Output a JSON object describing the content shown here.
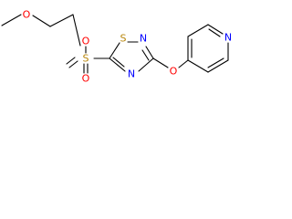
{
  "molecule": {
    "atoms": {
      "o_ether": {
        "label": "O",
        "color": "#ff0000"
      },
      "s_sulfonyl": {
        "label": "S",
        "color": "#b8860b"
      },
      "o_sulfonyl_top": {
        "label": "O",
        "color": "#ff0000"
      },
      "o_sulfonyl_bottom": {
        "label": "O",
        "color": "#ff0000"
      },
      "s_ring": {
        "label": "S",
        "color": "#b8860b"
      },
      "n_ring_top": {
        "label": "N",
        "color": "#0000ff"
      },
      "n_ring_bottom": {
        "label": "N",
        "color": "#0000ff"
      },
      "o_aryl": {
        "label": "O",
        "color": "#ff0000"
      },
      "n_pyridine": {
        "label": "N",
        "color": "#0000ff"
      }
    }
  }
}
